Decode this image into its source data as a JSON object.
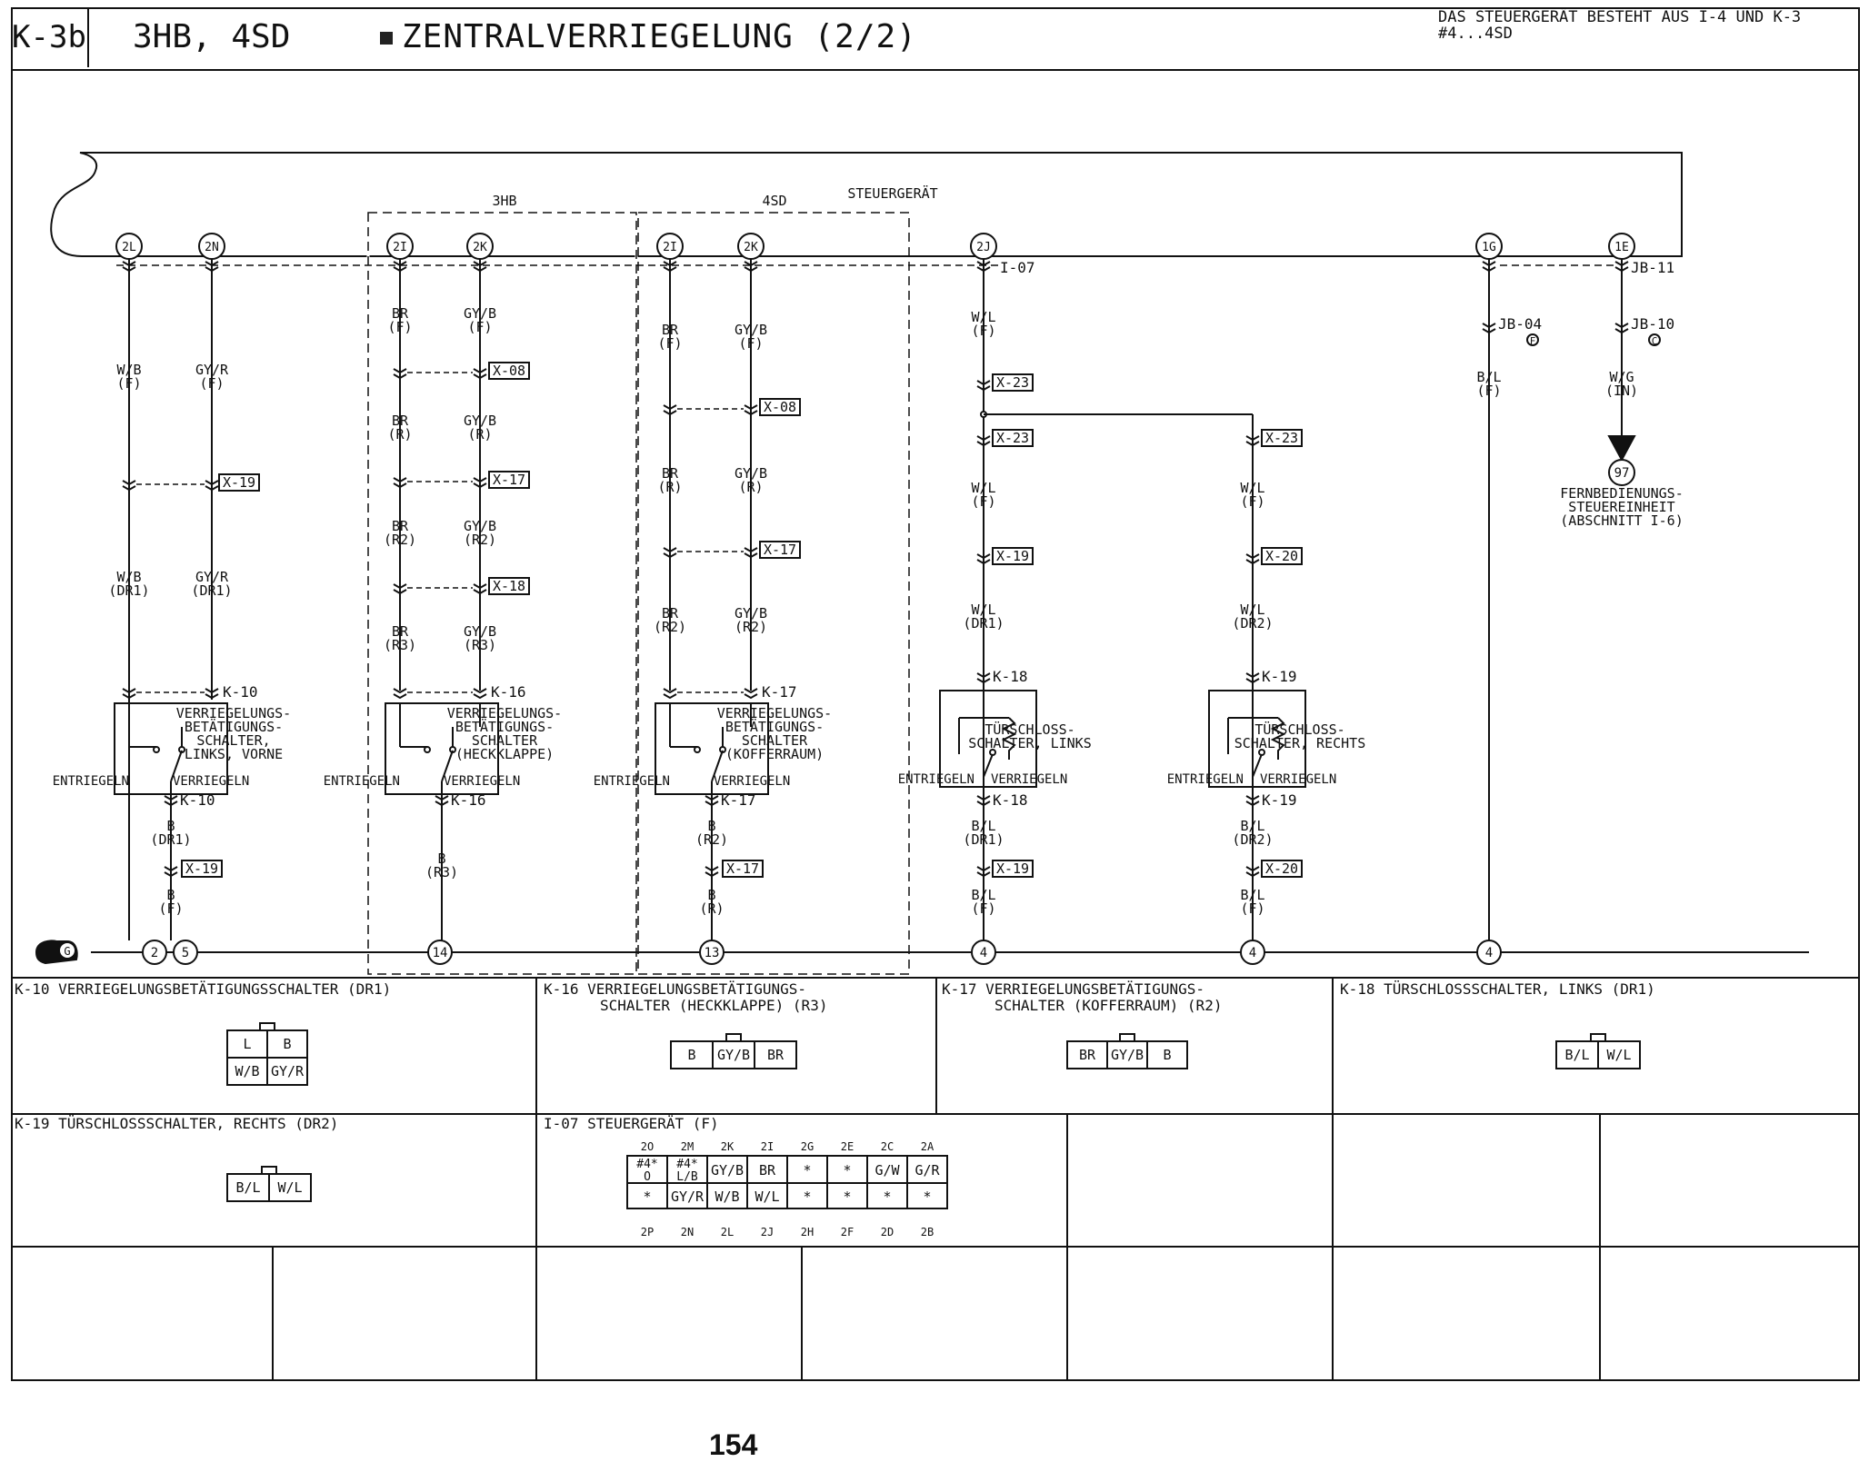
{
  "header": {
    "page_code": "K-3b",
    "models": "3HB, 4SD",
    "title": "ZENTRALVERRIEGELUNG (2/2)",
    "note": "DAS STEUERGERÄT BESTEHT AUS I-4 UND K-3\n#4...4SD"
  },
  "page_number": "154",
  "diagram": {
    "control_unit_label": "STEUERGERÄT",
    "group_3hb": "3HB",
    "group_4sd": "4SD",
    "ground_symbol": "G",
    "main_connector": "I-07",
    "jb11": "JB-11",
    "jb04": "JB-04",
    "jb10": "JB-10",
    "jb04_mark": "F",
    "jb10_mark": "C",
    "terminals": [
      "2L",
      "2N",
      "2I",
      "2K",
      "2I",
      "2K",
      "2J",
      "1G",
      "1E"
    ],
    "remote_unit": {
      "node": "97",
      "line1": "FERNBEDIENUNGS-",
      "line2": "STEUEREINHEIT",
      "line3": "(ABSCHNITT I-6)"
    },
    "remote_wire": {
      "color": "W/G",
      "loc": "(IN)"
    },
    "b_l_wire_1g": {
      "color": "B/L",
      "loc": "(F)"
    },
    "switch_labels": {
      "k10": [
        "VERRIEGELUNGS-",
        "BETÄTIGUNGS-",
        "SCHALTER,",
        "LINKS, VORNE"
      ],
      "k16": [
        "VERRIEGELUNGS-",
        "BETÄTIGUNGS-",
        "SCHALTER",
        "(HECKKLAPPE)"
      ],
      "k17": [
        "VERRIEGELUNGS-",
        "BETÄTIGUNGS-",
        "SCHALTER",
        "(KOFFERRAUM)"
      ],
      "k18": [
        "TÜRSCHLOSS-",
        "SCHALTER, LINKS"
      ],
      "k19": [
        "TÜRSCHLOSS-",
        "SCHALTER, RECHTS"
      ]
    },
    "pos_unlock": "ENTRIEGELN",
    "pos_lock": "VERRIEGELN",
    "connectors": [
      "K-10",
      "K-16",
      "K-17",
      "K-18",
      "K-19",
      "X-08",
      "X-17",
      "X-18",
      "X-19",
      "X-20",
      "X-23"
    ],
    "ground_nodes": [
      "2",
      "5",
      "14",
      "13",
      "4",
      "4",
      "4"
    ],
    "wires": {
      "c1": [
        [
          "W/B",
          "(F)"
        ],
        [
          "W/B",
          "(DR1)"
        ],
        [
          "B",
          "(DR1)"
        ],
        [
          "B",
          "(F)"
        ]
      ],
      "c2": [
        [
          "GY/R",
          "(F)"
        ],
        [
          "GY/R",
          "(DR1)"
        ]
      ],
      "c3": [
        [
          "BR",
          "(F)"
        ],
        [
          "BR",
          "(R)"
        ],
        [
          "BR",
          "(R2)"
        ],
        [
          "BR",
          "(R3)"
        ],
        [
          "B",
          "(R3)"
        ]
      ],
      "c4": [
        [
          "GY/B",
          "(F)"
        ],
        [
          "GY/B",
          "(R)"
        ],
        [
          "GY/B",
          "(R2)"
        ],
        [
          "GY/B",
          "(R3)"
        ]
      ],
      "c5": [
        [
          "BR",
          "(F)"
        ],
        [
          "BR",
          "(R)"
        ],
        [
          "BR",
          "(R2)"
        ],
        [
          "B",
          "(R2)"
        ],
        [
          "B",
          "(R)"
        ]
      ],
      "c6": [
        [
          "GY/B",
          "(F)"
        ],
        [
          "GY/B",
          "(R)"
        ],
        [
          "GY/B",
          "(R2)"
        ]
      ],
      "c7": [
        [
          "W/L",
          "(F)"
        ],
        [
          "W/L",
          "(F)"
        ],
        [
          "W/L",
          "(DR1)"
        ],
        [
          "B/L",
          "(DR1)"
        ],
        [
          "B/L",
          "(F)"
        ]
      ],
      "c8": [
        [
          "W/L",
          "(F)"
        ],
        [
          "W/L",
          "(DR2)"
        ],
        [
          "B/L",
          "(DR2)"
        ],
        [
          "B/L",
          "(F)"
        ]
      ]
    }
  },
  "connector_table": {
    "k10": {
      "title": "K-10 VERRIEGELUNGSBETÄTIGUNGSSCHALTER (DR1)",
      "pins": [
        "L",
        "B",
        "W/B",
        "GY/R"
      ]
    },
    "k16": {
      "title": "K-16 VERRIEGELUNGSBETÄTIGUNGS-",
      "title2": "SCHALTER (HECKKLAPPE) (R3)",
      "pins": [
        "B",
        "GY/B",
        "BR"
      ]
    },
    "k17": {
      "title": "K-17 VERRIEGELUNGSBETÄTIGUNGS-",
      "title2": "SCHALTER (KOFFERRAUM) (R2)",
      "pins": [
        "BR",
        "GY/B",
        "B"
      ]
    },
    "k18": {
      "title": "K-18 TÜRSCHLOSSSCHALTER, LINKS (DR1)",
      "pins": [
        "B/L",
        "W/L"
      ]
    },
    "k19": {
      "title": "K-19 TÜRSCHLOSSSCHALTER, RECHTS (DR2)",
      "pins": [
        "B/L",
        "W/L"
      ]
    },
    "i07": {
      "title": "I-07 STEUERGERÄT (F)",
      "top_labels": [
        "2O",
        "2M",
        "2K",
        "2I",
        "2G",
        "2E",
        "2C",
        "2A"
      ],
      "row1": [
        "#4*|O",
        "#4*|L/B",
        "GY/B",
        "BR",
        "*",
        "*",
        "G/W",
        "G/R"
      ],
      "row2": [
        "*",
        "GY/R",
        "W/B",
        "W/L",
        "*",
        "*",
        "*",
        "*"
      ],
      "bottom_labels": [
        "2P",
        "2N",
        "2L",
        "2J",
        "2H",
        "2F",
        "2D",
        "2B"
      ]
    }
  }
}
